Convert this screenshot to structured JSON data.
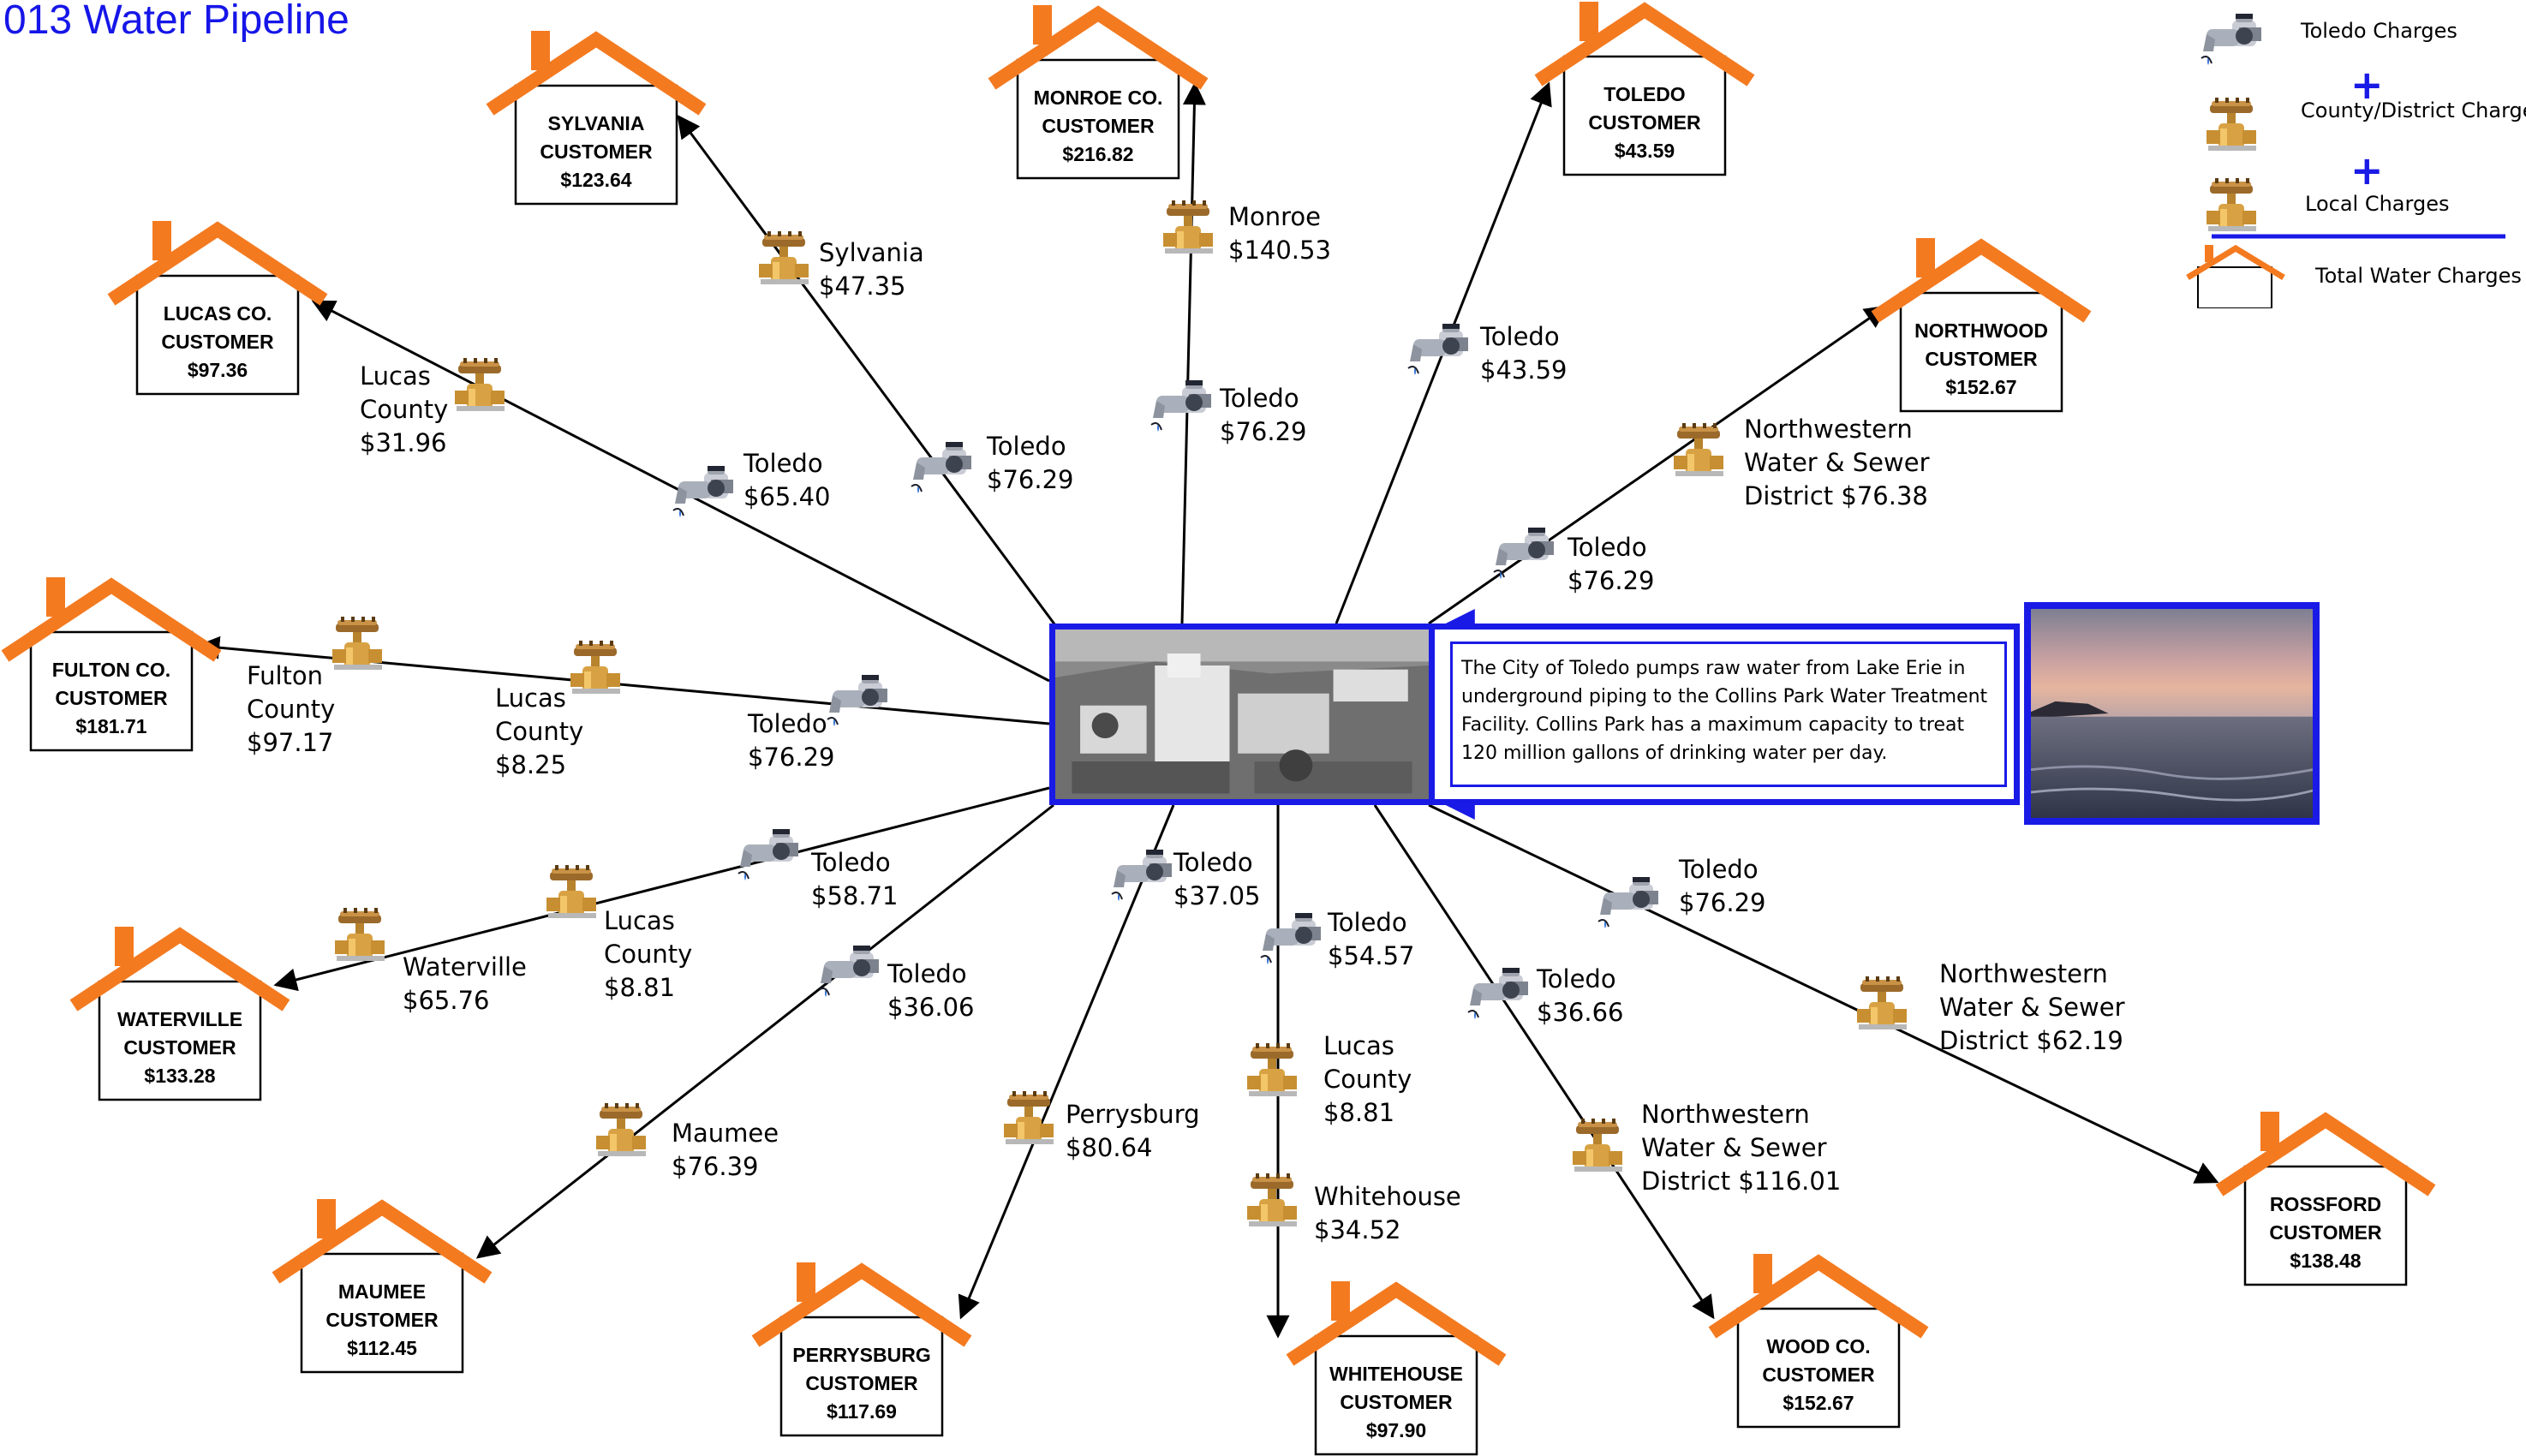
{
  "title": "013 Water Pipeline",
  "colors": {
    "accent": "#1a1ae6",
    "roof": "#f47a20",
    "title": "#1616e8"
  },
  "legend": {
    "toledo": "Toledo Charges",
    "plus1": "+",
    "county": "County/District Charges",
    "plus2": "+",
    "local": "Local Charges",
    "total": "Total Water Charges"
  },
  "center": {
    "description": "The City of Toledo pumps raw water from Lake Erie in underground piping to the Collins Park Water Treatment Facility.  Collins Park has a maximum capacity to treat 120 million gallons of drinking water per day."
  },
  "houses": {
    "sylvania": [
      "SYLVANIA",
      "CUSTOMER",
      "$123.64"
    ],
    "monroe": [
      "MONROE CO.",
      "CUSTOMER",
      "$216.82"
    ],
    "toledo": [
      "TOLEDO",
      "CUSTOMER",
      "$43.59"
    ],
    "northwood": [
      "NORTHWOOD",
      "CUSTOMER",
      "$152.67"
    ],
    "lucas": [
      "LUCAS CO.",
      "CUSTOMER",
      "$97.36"
    ],
    "fulton": [
      "FULTON CO.",
      "CUSTOMER",
      "$181.71"
    ],
    "waterville": [
      "WATERVILLE",
      "CUSTOMER",
      "$133.28"
    ],
    "maumee": [
      "MAUMEE",
      "CUSTOMER",
      "$112.45"
    ],
    "perrysburg": [
      "PERRYSBURG",
      "CUSTOMER",
      "$117.69"
    ],
    "whitehouse": [
      "WHITEHOUSE",
      "CUSTOMER",
      "$97.90"
    ],
    "wood": [
      "WOOD CO.",
      "CUSTOMER",
      "$152.67"
    ],
    "rossford": [
      "ROSSFORD",
      "CUSTOMER",
      "$138.48"
    ]
  },
  "labels": {
    "sylvania_local": [
      "Sylvania",
      "$47.35"
    ],
    "sylvania_toledo": [
      "Toledo",
      "$76.29"
    ],
    "monroe_local": [
      "Monroe",
      "$140.53"
    ],
    "monroe_toledo": [
      "Toledo",
      "$76.29"
    ],
    "toledo_toledo": [
      "Toledo",
      "$43.59"
    ],
    "northwood_district": [
      "Northwestern",
      "Water & Sewer",
      "District $76.38"
    ],
    "northwood_toledo": [
      "Toledo",
      "$76.29"
    ],
    "lucas_county": [
      "Lucas",
      "County",
      "$31.96"
    ],
    "lucas_toledo": [
      "Toledo",
      "$65.40"
    ],
    "fulton_county": [
      "Fulton",
      "County",
      "$97.17"
    ],
    "fulton_lucas": [
      "Lucas",
      "County",
      "$8.25"
    ],
    "fulton_toledo": [
      "Toledo",
      "$76.29"
    ],
    "waterville_local": [
      "Waterville",
      "$65.76"
    ],
    "waterville_lucas": [
      "Lucas",
      "County",
      "$8.81"
    ],
    "waterville_toledo": [
      "Toledo",
      "$58.71"
    ],
    "maumee_local": [
      "Maumee",
      "$76.39"
    ],
    "maumee_toledo": [
      "Toledo",
      "$36.06"
    ],
    "perrysburg_local": [
      "Perrysburg",
      "$80.64"
    ],
    "perrysburg_toledo": [
      "Toledo",
      "$37.05"
    ],
    "whitehouse_toledo": [
      "Toledo",
      "$54.57"
    ],
    "whitehouse_lucas": [
      "Lucas",
      "County",
      "$8.81"
    ],
    "whitehouse_local": [
      "Whitehouse",
      "$34.52"
    ],
    "wood_toledo": [
      "Toledo",
      "$36.66"
    ],
    "wood_district": [
      "Northwestern",
      "Water & Sewer",
      "District $116.01"
    ],
    "rossford_toledo": [
      "Toledo",
      "$76.29"
    ],
    "rossford_district": [
      "Northwestern",
      "Water & Sewer",
      "District $62.19"
    ]
  }
}
